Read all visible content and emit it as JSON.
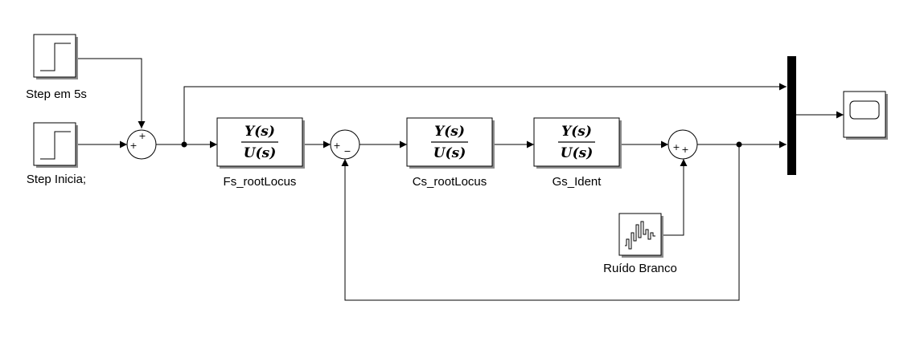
{
  "blocks": {
    "step1": {
      "label": "Step em 5s",
      "icon": "step-icon"
    },
    "step2": {
      "label": "Step Inicia;",
      "icon": "step-icon"
    },
    "sum1": {
      "signs": [
        "+",
        "+"
      ]
    },
    "fs": {
      "label": "Fs_rootLocus",
      "num": "Y(s)",
      "den": "U(s)"
    },
    "sum2": {
      "signs": [
        "+",
        "−"
      ]
    },
    "cs": {
      "label": "Cs_rootLocus",
      "num": "Y(s)",
      "den": "U(s)"
    },
    "gs": {
      "label": "Gs_Ident",
      "num": "Y(s)",
      "den": "U(s)"
    },
    "sum3": {
      "signs": [
        "+",
        "+"
      ]
    },
    "noise": {
      "label": "Ruído Branco",
      "icon": "noise-icon"
    },
    "mux": {
      "icon": "mux-bar"
    },
    "scope": {
      "icon": "scope-icon"
    }
  }
}
